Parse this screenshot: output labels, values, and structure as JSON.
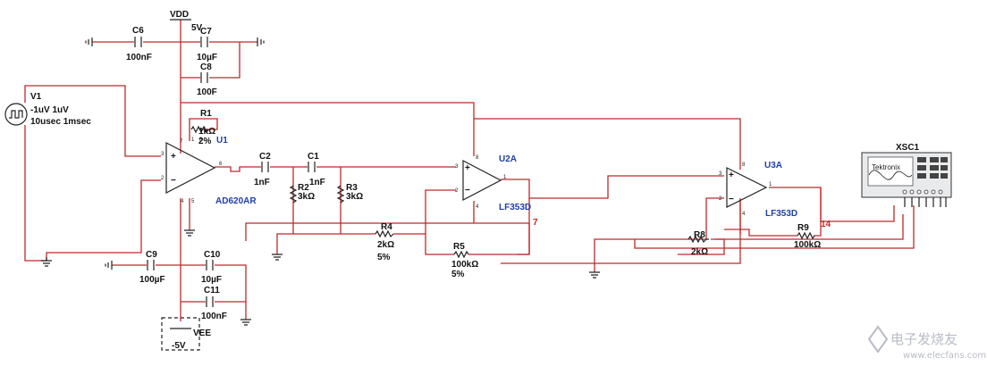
{
  "power": {
    "vdd_name": "VDD",
    "vdd_value": "5V",
    "vee_name": "VEE",
    "vee_value": "-5V"
  },
  "capacitors": {
    "c6": {
      "ref": "C6",
      "value": "100nF"
    },
    "c7": {
      "ref": "C7",
      "value": "10µF"
    },
    "c8": {
      "ref": "C8",
      "value": "100F"
    },
    "c9": {
      "ref": "C9",
      "value": "100µF"
    },
    "c10": {
      "ref": "C10",
      "value": "10µF"
    },
    "c11": {
      "ref": "C11",
      "value": "100nF"
    },
    "c1": {
      "ref": "C1",
      "value": "1nF"
    },
    "c2": {
      "ref": "C2",
      "value": "1nF"
    }
  },
  "resistors": {
    "r1": {
      "ref": "R1",
      "value": "1kΩ",
      "tolerance": "2%"
    },
    "r2": {
      "ref": "R2",
      "value": "3kΩ"
    },
    "r3": {
      "ref": "R3",
      "value": "3kΩ"
    },
    "r4": {
      "ref": "R4",
      "value": "2kΩ",
      "tolerance": "5%"
    },
    "r5": {
      "ref": "R5",
      "value": "100kΩ",
      "tolerance": "5%"
    },
    "r8": {
      "ref": "R8",
      "value": "2kΩ"
    },
    "r9": {
      "ref": "R9",
      "value": "100kΩ"
    }
  },
  "source": {
    "ref": "V1",
    "line1": "-1uV 1uV",
    "line2": "10usec 1msec"
  },
  "amps": {
    "u1": {
      "ref": "U1",
      "part": "AD620AR"
    },
    "u2a": {
      "ref": "U2A",
      "part": "LF353D"
    },
    "u3a": {
      "ref": "U3A",
      "part": "LF353D"
    }
  },
  "scope": {
    "ref": "XSC1",
    "brand": "Tektronix"
  },
  "nets": {
    "net7": "7",
    "net14": "14"
  },
  "pin_numbers": [
    "7",
    "1",
    "8",
    "3",
    "2",
    "6",
    "4",
    "5",
    "3",
    "2",
    "8",
    "4",
    "1",
    "3",
    "2",
    "8",
    "4",
    "1"
  ],
  "watermark": {
    "line1": "电子发烧友",
    "line2": "www.elecfans.com"
  }
}
